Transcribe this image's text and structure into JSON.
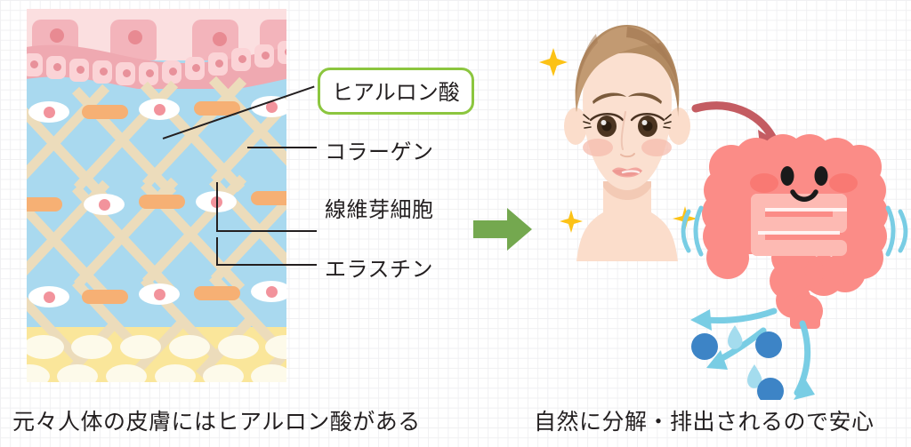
{
  "colors": {
    "epidermis": "#fbdfe0",
    "basal_cell": "#fbd3d6",
    "basal_band": "#efa9b1",
    "dermis": "#a9d9ef",
    "collagen_fiber": "#ecdcbb",
    "elastin": "#f6b074",
    "fibroblast_nucleus": "#f2939c",
    "fat_layer": "#fae69a",
    "fat_cell": "#fdfaea",
    "label_box_border": "#8cc63f",
    "green_arrow": "#74a84f",
    "red_arrow": "#c45c62",
    "intestine": "#fb8c87",
    "blue_arrow": "#79cde4",
    "blue_circle": "#3d84c6",
    "sparkle": "#fcc216",
    "text": "#231f20",
    "grid_line": "#f0f0f2"
  },
  "skin_diagram": {
    "name": "skin-cross-section-illustration",
    "layers": [
      {
        "id": "epidermis",
        "label": "epidermis"
      },
      {
        "id": "dermis",
        "label": "dermis"
      },
      {
        "id": "subcutaneous-fat",
        "label": "subcutaneous fat"
      }
    ],
    "labels": [
      {
        "id": "hyaluronic-acid",
        "text": "ヒアルロン酸",
        "boxed": true
      },
      {
        "id": "collagen",
        "text": "コラーゲン",
        "boxed": false
      },
      {
        "id": "fibroblast",
        "text": "線維芽細胞",
        "boxed": false
      },
      {
        "id": "elastin",
        "text": "エラスチン",
        "boxed": false
      }
    ]
  },
  "face_illustration": {
    "name": "womans-face-illustration",
    "sparkle_count": 3
  },
  "intestine_illustration": {
    "name": "smiling-intestine-illustration",
    "blue_circle_count": 3,
    "droplet_count": 2
  },
  "arrows": {
    "center_green": "arrow-right-icon",
    "face_to_intestine": "curved-red-arrow-icon",
    "excretion": "curved-blue-arrow-icon"
  },
  "captions": {
    "left": "元々人体の皮膚にはヒアルロン酸がある",
    "right": "自然に分解・排出されるので安心"
  }
}
